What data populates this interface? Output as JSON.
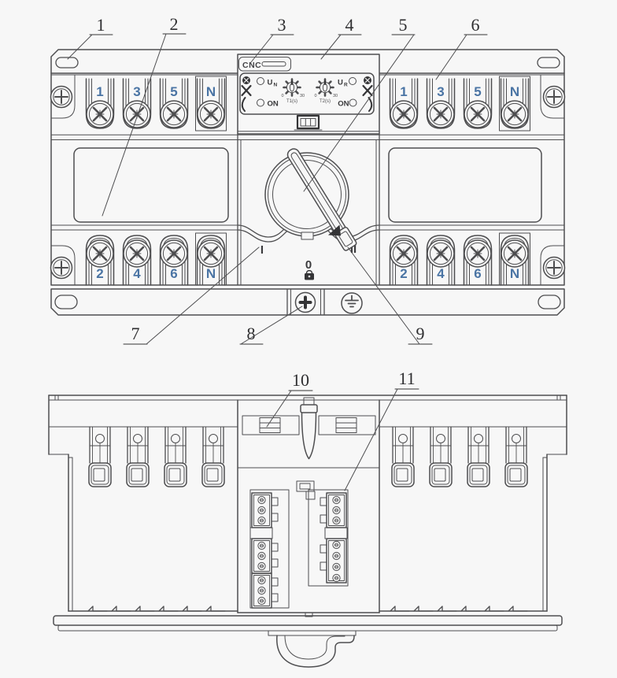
{
  "colors": {
    "background": "#f7f7f7",
    "line": "#4e4e50",
    "dark_marks": "#343436",
    "terminal_blue": "#4a74a4"
  },
  "callouts": [
    "1",
    "2",
    "3",
    "4",
    "5",
    "6",
    "7",
    "8",
    "9",
    "10",
    "11"
  ],
  "top_view": {
    "brand": "CNC",
    "terminals_top": [
      "1",
      "3",
      "5",
      "N"
    ],
    "terminals_bottom": [
      "2",
      "4",
      "6",
      "N"
    ],
    "panel": {
      "u": "U",
      "sub_n": "N",
      "sub_r": "R",
      "on": "ON",
      "t1": "T1(s)",
      "t2": "T2(s)",
      "min": "0",
      "max": "30"
    },
    "positions": {
      "i": "I",
      "o": "0",
      "ii": "II"
    }
  }
}
